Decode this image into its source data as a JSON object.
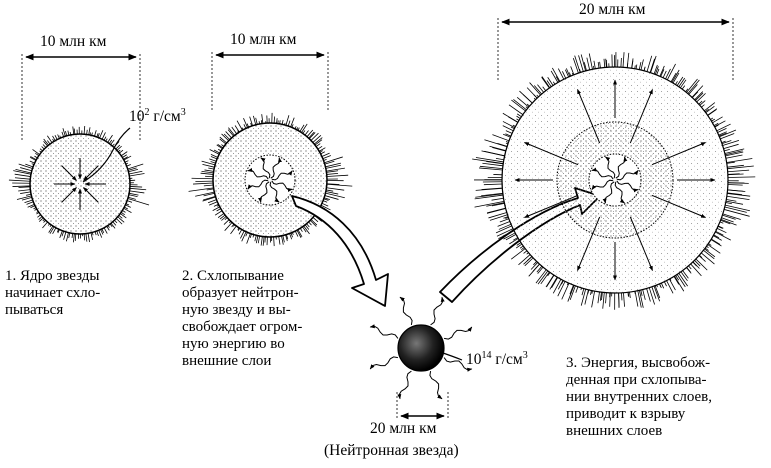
{
  "labels": {
    "dim1": "10 млн км",
    "dim2": "10 млн км",
    "dim3": "20 млн км",
    "dim4": "20 млн км",
    "density_core_base": "10",
    "density_core_exp": "2",
    "density_core_unit": " г/см",
    "density_core_unit_exp": "3",
    "density_ns_base": "10",
    "density_ns_exp": "14",
    "density_ns_unit": " г/см",
    "density_ns_unit_exp": "3",
    "neutron_star": "(Нейтронная звезда)"
  },
  "steps": [
    {
      "lines": [
        "1. Ядро звезды",
        "начинает схло-",
        "пываться"
      ]
    },
    {
      "lines": [
        "2. Схлопывание",
        "образует нейтрон-",
        "ную звезду и вы-",
        "свобождает огром-",
        "ную энергию во",
        "внешние слои"
      ]
    },
    {
      "lines": [
        "3. Энергия, высвобож-",
        "денная при схлопыва-",
        "нии внутренних слоев,",
        "приводит к взрыву",
        "внешних слоев"
      ]
    }
  ]
}
